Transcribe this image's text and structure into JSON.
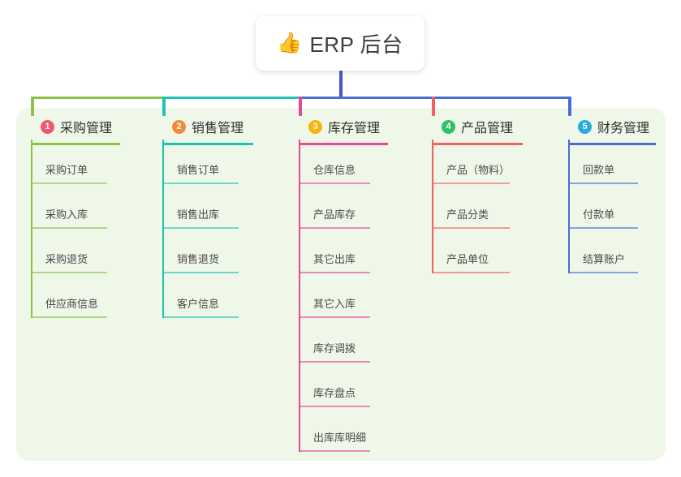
{
  "root": {
    "icon": "thumbs-up-icon",
    "icon_glyph": "👍",
    "title": "ERP 后台"
  },
  "diagram_data": {
    "type": "mindmap",
    "orientation": "top-down",
    "panel_background": "#eef7e8",
    "root_stem_color": "#4a55c8",
    "branches": [
      {
        "index": "1",
        "label": "采购管理",
        "badge_color": "#f2566e",
        "line_color": "#8bc34a",
        "items": [
          "采购订单",
          "采购入库",
          "采购退货",
          "供应商信息"
        ]
      },
      {
        "index": "2",
        "label": "销售管理",
        "badge_color": "#f08a3c",
        "line_color": "#20c3b2",
        "items": [
          "销售订单",
          "销售出库",
          "销售退货",
          "客户信息"
        ]
      },
      {
        "index": "3",
        "label": "库存管理",
        "badge_color": "#f5b50a",
        "line_color": "#e8489c",
        "items": [
          "仓库信息",
          "产品库存",
          "其它出库",
          "其它入库",
          "库存调拨",
          "库存盘点",
          "出库库明细"
        ]
      },
      {
        "index": "4",
        "label": "产品管理",
        "badge_color": "#2ec06a",
        "line_color": "#f0625f",
        "items": [
          "产品（物料）",
          "产品分类",
          "产品单位"
        ]
      },
      {
        "index": "5",
        "label": "财务管理",
        "badge_color": "#29aae3",
        "line_color": "#4a6ed0",
        "items": [
          "回款单",
          "付款单",
          "结算账户"
        ]
      }
    ]
  }
}
